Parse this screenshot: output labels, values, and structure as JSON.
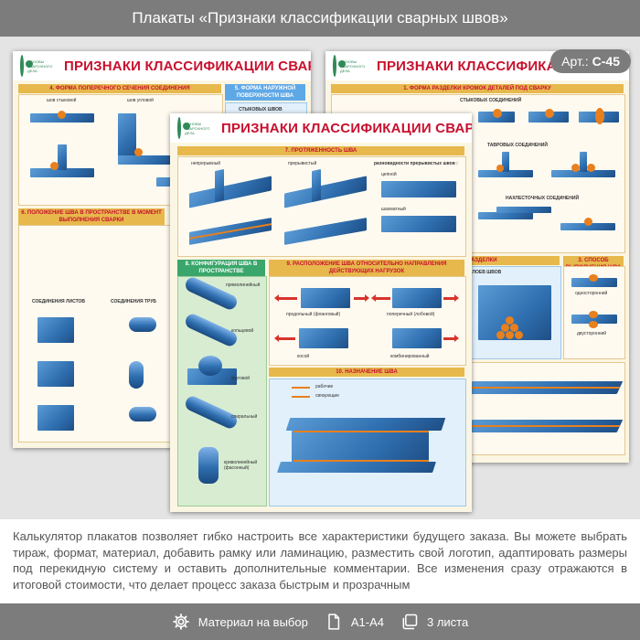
{
  "header": {
    "title": "Плакаты «Признаки классификации сварных швов»"
  },
  "badge": {
    "prefix": "Арт.:",
    "code": "С-45"
  },
  "posters": {
    "p1": {
      "logo_caption": "ОСНОВЫ СВАРОЧНОГО ДЕЛА",
      "title": "ПРИЗНАКИ КЛАССИФИКАЦИИ СВАРНЫХ ШВОВ 1",
      "s1": "1. ФОРМА РАЗДЕЛКИ КРОМОК ДЕТАЛЕЙ ПОД СВАРКУ",
      "s1_sub": "СТЫКОВЫХ СОЕДИНЕНИЙ",
      "s1_sub2": "ТАВРОВЫХ СОЕДИНЕНИЙ",
      "s1_sub3": "НАХЛЕСТОЧНЫХ СОЕДИНЕНИЙ",
      "s2": "2. СПОСОБ ВЫПОЛНЕНИЯ РАЗДЕЛКИ",
      "s2_sub": "СЛОЕВ ШВОВ",
      "s3": "3. СПОСОБ ВЫПОЛНЕНИЯ ШВА",
      "one_side": "односторонний",
      "two_side": "двусторонний"
    },
    "p2": {
      "logo_caption": "ОСНОВЫ СВАРОЧНОГО ДЕЛА",
      "title": "ПРИЗНАКИ КЛАССИФИКАЦИИ СВАРНЫХ ШВОВ 2",
      "s4": "4. ФОРМА ПОПЕРЕЧНОГО СЕЧЕНИЯ СОЕДИНЕНИЯ",
      "s5": "5. ФОРМА НАРУЖНОЙ ПОВЕРХНОСТИ ШВА",
      "s5_sub": "СТЫКОВЫХ ШВОВ",
      "butt": "шов стыковой",
      "fillet": "шов угловой",
      "s6": "6. ПОЛОЖЕНИЕ ШВА В ПРОСТРАНСТВЕ В МОМЕНТ ВЫПОЛНЕНИЯ СВАРКИ",
      "plates": "СОЕДИНЕНИЯ ЛИСТОВ",
      "pipes": "СОЕДИНЕНИЯ ТРУБ"
    },
    "p3": {
      "logo_caption": "ОСНОВЫ СВАРОЧНОГО ДЕЛА",
      "title": "ПРИЗНАКИ КЛАССИФИКАЦИИ СВАРНЫХ ШВОВ 3",
      "s7": "7. ПРОТЯЖЕННОСТЬ ШВА",
      "continuous": "непрерывный",
      "intermittent": "прерывистый",
      "variety": "разновидности прерывистых швов :",
      "chain": "цепной",
      "staggered": "шахматный",
      "s8": "8. КОНФИГУРАЦИЯ ШВА В ПРОСТРАНСТВЕ",
      "straight": "прямолинейный",
      "ring": "кольцевой",
      "round": "круговой",
      "spiral": "спиральный",
      "curved": "криволинейный (фасонный)",
      "s9": "9. РАСПОЛОЖЕНИЕ ШВА ОТНОСИТЕЛЬНО НАПРАВЛЕНИЯ ДЕЙСТВУЮЩИХ НАГРУЗОК",
      "longitudinal": "продольный (фланговый)",
      "transverse": "поперечный (лобовой)",
      "oblique": "косой",
      "combined": "комбинированный",
      "s10": "10. НАЗНАЧЕНИЕ ШВА",
      "working": "рабочие",
      "binding": "связующие"
    }
  },
  "description": "Калькулятор плакатов позволяет гибко настроить все характеристики будущего заказа. Вы можете выбрать тираж, формат, материал, добавить рамку или ламинацию, разместить свой логотип, адаптировать размеры под перекидную систему и оставить дополнительные комментарии. Все изменения сразу отражаются в итоговой стоимости, что делает процесс заказа быстрым и прозрачным",
  "features": [
    {
      "icon": "gear-icon",
      "label": "Материал на выбор"
    },
    {
      "icon": "document-icon",
      "label": "А1-А4"
    },
    {
      "icon": "sheets-icon",
      "label": "3 листа"
    }
  ]
}
